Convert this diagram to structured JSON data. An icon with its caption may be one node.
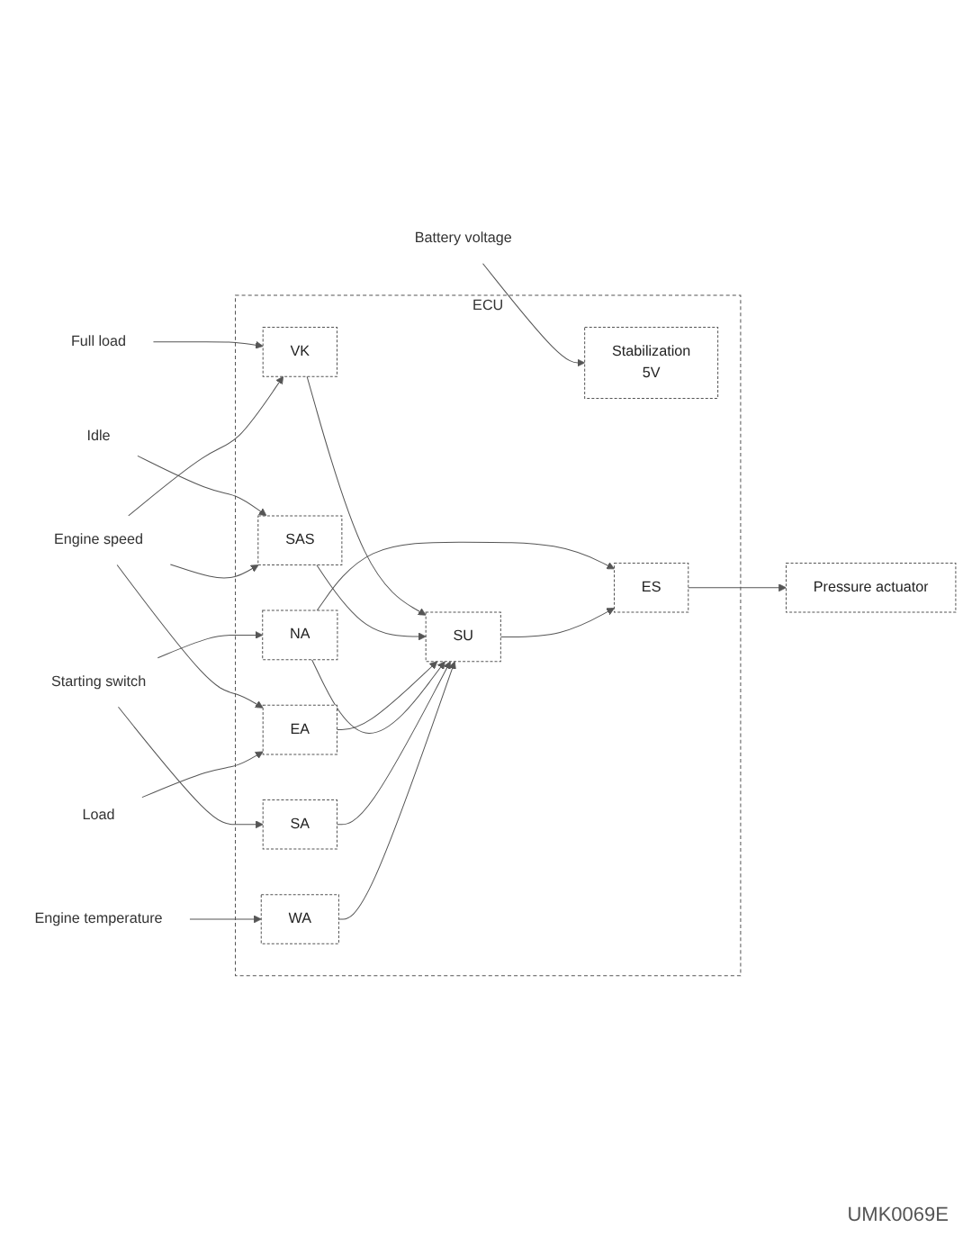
{
  "diagram": {
    "nodes": [
      {
        "text": [
          "Battery voltage"
        ]
      },
      {
        "text": [
          "ECU"
        ]
      },
      {
        "text": [
          "Full load"
        ]
      },
      {
        "text": [
          "VK"
        ],
        "in": 1
      },
      {
        "text": [
          "Stabilization",
          "5V"
        ],
        "in": 1
      },
      {
        "text": [
          "Idle"
        ]
      },
      {
        "text": [
          "Engine speed"
        ]
      },
      {
        "text": [
          "SAS"
        ],
        "in": 1
      },
      {
        "text": [
          "SU"
        ],
        "in": 1
      },
      {
        "text": [
          "Load"
        ]
      },
      {
        "text": [
          "EA"
        ],
        "in": 1
      },
      {
        "text": [
          "Starting switch"
        ]
      },
      {
        "text": [
          "NA"
        ],
        "in": 1
      },
      {
        "text": [
          "SA"
        ],
        "in": 1
      },
      {
        "text": [
          "ES"
        ],
        "in": 1
      },
      {
        "text": [
          "Engine temperature"
        ]
      },
      {
        "text": [
          "WA"
        ],
        "in": 1
      },
      {
        "text": [
          "Pressure actuator"
        ]
      }
    ],
    "edges": [
      {
        "from": 0,
        "to": 4,
        "arrow": "to"
      },
      {
        "from": 2,
        "to": 3,
        "arrow": "to"
      },
      {
        "from": 5,
        "to": 7,
        "arrow": "to"
      },
      {
        "from": 6,
        "to": 7,
        "arrow": "to"
      },
      {
        "from": 6,
        "to": 3,
        "arrow": "to"
      },
      {
        "from": 6,
        "to": 10,
        "arrow": "to"
      },
      {
        "from": 9,
        "to": 10,
        "arrow": "to"
      },
      {
        "from": 11,
        "to": 12,
        "arrow": "to"
      },
      {
        "from": 11,
        "to": 13,
        "arrow": "to"
      },
      {
        "from": 15,
        "to": 16,
        "arrow": "to"
      },
      {
        "from": 3,
        "to": 8,
        "arrow": "to"
      },
      {
        "from": 7,
        "to": 8,
        "arrow": "to"
      },
      {
        "from": 10,
        "to": 8,
        "arrow": "to"
      },
      {
        "from": 12,
        "to": 8,
        "arrow": "to"
      },
      {
        "from": 13,
        "to": 8,
        "arrow": "to"
      },
      {
        "from": 16,
        "to": 8,
        "arrow": "to"
      },
      {
        "from": 12,
        "to": 14,
        "arrow": "to"
      },
      {
        "from": 8,
        "to": 14,
        "arrow": "to"
      },
      {
        "from": 14,
        "to": 17,
        "arrow": "to"
      }
    ],
    "labels": [
      "UMK0069E"
    ]
  }
}
